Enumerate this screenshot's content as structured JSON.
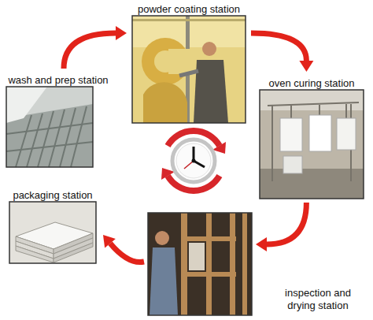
{
  "diagram": {
    "nodes": [
      {
        "text": [
          "powder coating station"
        ]
      },
      {
        "text": [
          "wash and prep station"
        ]
      },
      {
        "text": [
          "oven curing station"
        ]
      },
      {
        "text": [
          "packaging station"
        ]
      },
      {
        "text": [
          "inspection and drying station"
        ]
      }
    ],
    "edges": [
      {
        "from": 1,
        "to": 0,
        "arrow": "to"
      },
      {
        "from": 0,
        "to": 2,
        "arrow": "to"
      },
      {
        "from": 2,
        "to": 4,
        "arrow": "to"
      },
      {
        "from": 4,
        "to": 3,
        "arrow": "to"
      }
    ]
  }
}
